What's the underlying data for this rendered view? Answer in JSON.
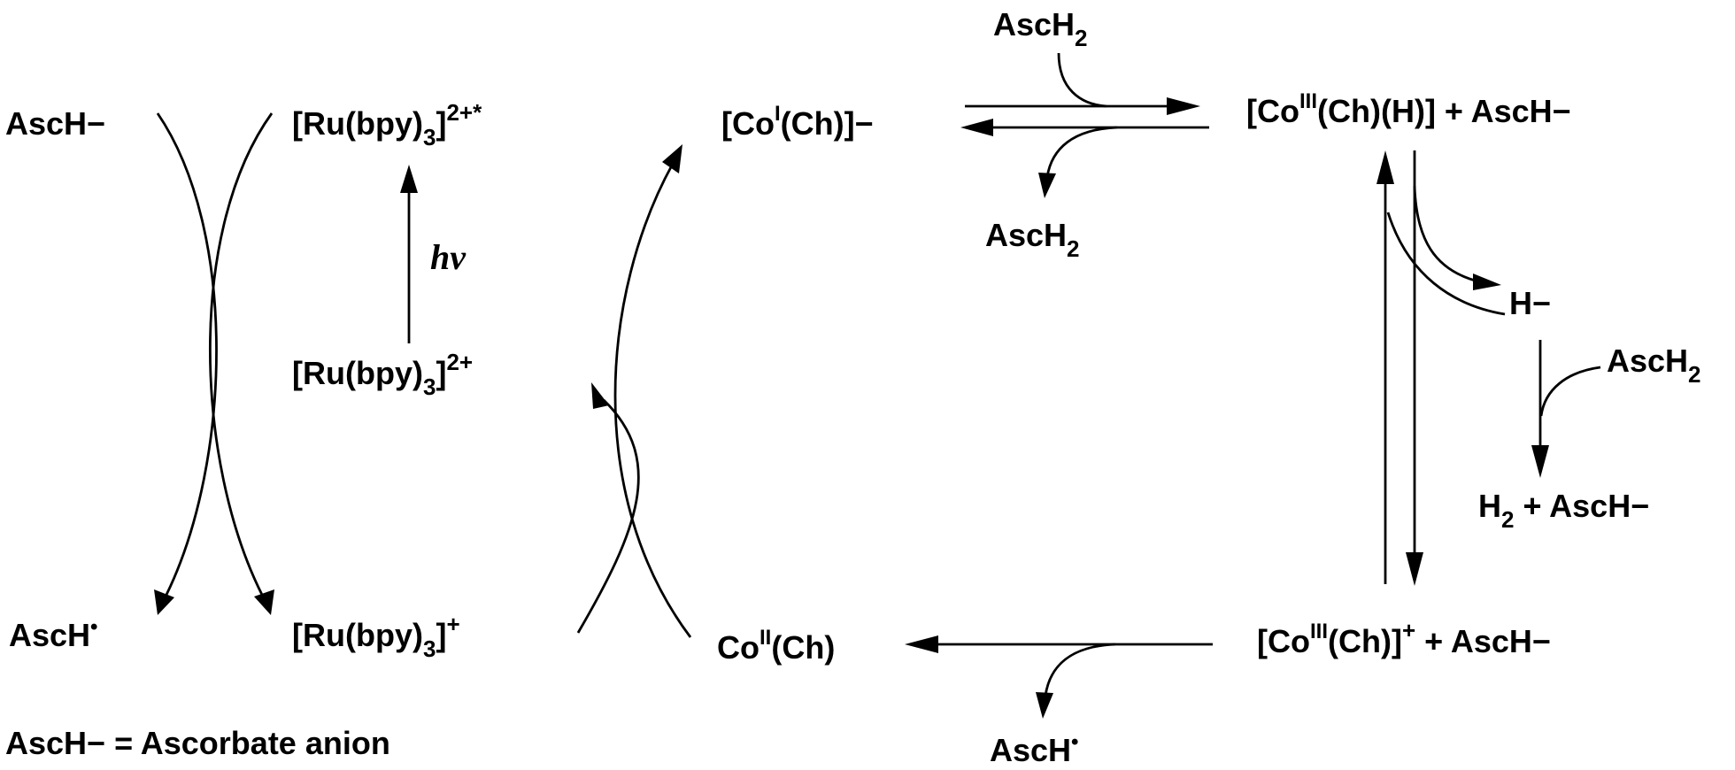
{
  "scheme": {
    "left_reductant_in": "AscH−",
    "left_oxidized_out": "AscH·",
    "ru_excited": "[Ru(bpy)3]2+*",
    "ru_ground": "[Ru(bpy)3]2+",
    "ru_reduced": "[Ru(bpy)3]+",
    "light": "hν",
    "co1": "[CoI(Ch)]−",
    "co3_hydride": "[CoIII(Ch)(H)] + AscH−",
    "co3": "[CoIII(Ch)]+ + AscH−",
    "co2": "CoII(Ch)",
    "top_in": "AscH2",
    "top_out": "AscH2",
    "hydride": "H−",
    "right_in": "AscH2",
    "h2_product": "H2 + AscH−",
    "bottom_out": "AscH·",
    "definition": "AscH− = Ascorbate anion"
  }
}
